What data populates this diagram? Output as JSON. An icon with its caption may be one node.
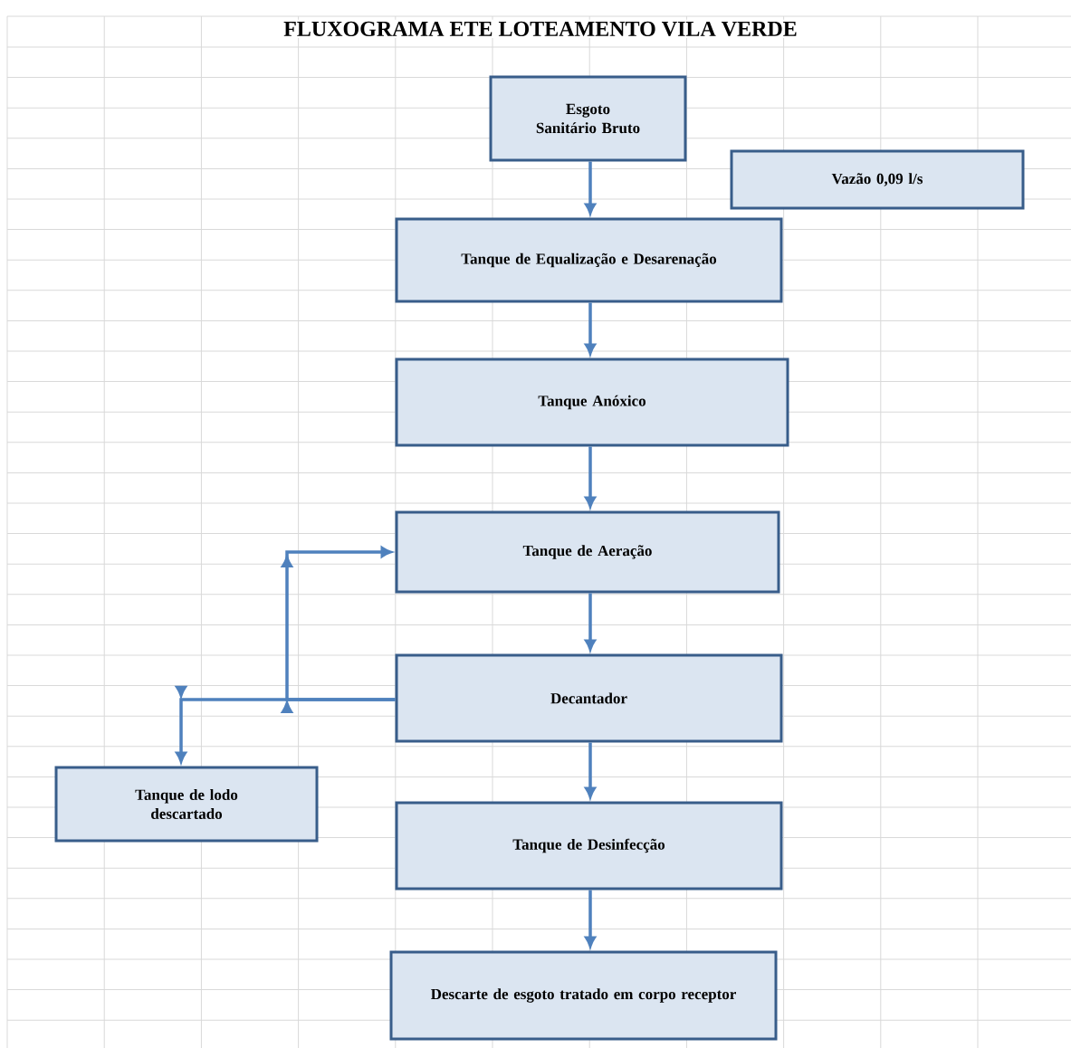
{
  "diagram": {
    "title": "FLUXOGRAMA ETE LOTEAMENTO VILA VERDE",
    "nodes": [
      {
        "text": [
          "Esgoto Sanitário Bruto"
        ]
      },
      {
        "text": [
          "Vazão 0,09 l/s"
        ]
      },
      {
        "text": [
          "Tanque de Equalização e Desarenação"
        ]
      },
      {
        "text": [
          "Tanque Anóxico"
        ]
      },
      {
        "text": [
          "Tanque de Aeração"
        ]
      },
      {
        "text": [
          "Decantador"
        ]
      },
      {
        "text": [
          "Tanque de lodo descartado"
        ]
      },
      {
        "text": [
          "Tanque de Desinfecção"
        ]
      },
      {
        "text": [
          "Descarte de esgoto tratado em corpo receptor"
        ]
      }
    ],
    "edges": [
      {
        "from": 0,
        "to": 2,
        "arrow": "to"
      },
      {
        "from": 2,
        "to": 3,
        "arrow": "to"
      },
      {
        "from": 3,
        "to": 4,
        "arrow": "to"
      },
      {
        "from": 4,
        "to": 5,
        "arrow": "to"
      },
      {
        "from": 5,
        "to": 4,
        "arrow": "to"
      },
      {
        "from": 5,
        "to": 6,
        "arrow": "to"
      },
      {
        "from": 5,
        "to": 7,
        "arrow": "to"
      },
      {
        "from": 7,
        "to": 8,
        "arrow": "to"
      }
    ]
  }
}
